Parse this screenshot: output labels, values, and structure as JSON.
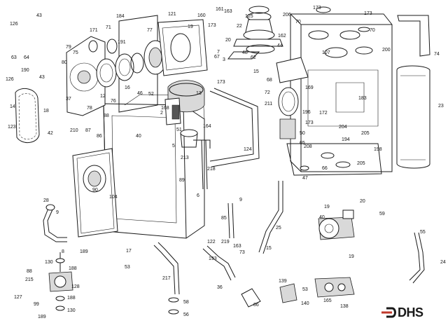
{
  "diagram": {
    "labels": [
      {
        "t": "43"
      },
      {
        "t": "126"
      },
      {
        "t": "184"
      },
      {
        "t": "121"
      },
      {
        "t": "160"
      },
      {
        "t": "161"
      },
      {
        "t": "163"
      },
      {
        "t": "125"
      },
      {
        "t": "206"
      },
      {
        "t": "173"
      },
      {
        "t": "173"
      },
      {
        "t": "70"
      },
      {
        "t": "70"
      },
      {
        "t": "171"
      },
      {
        "t": "71"
      },
      {
        "t": "191"
      },
      {
        "t": "77"
      },
      {
        "t": "79"
      },
      {
        "t": "75"
      },
      {
        "t": "80"
      },
      {
        "t": "19"
      },
      {
        "t": "173"
      },
      {
        "t": "22"
      },
      {
        "t": "162"
      },
      {
        "t": "20"
      },
      {
        "t": "44"
      },
      {
        "t": "200"
      },
      {
        "t": "74"
      },
      {
        "t": "63"
      },
      {
        "t": "64"
      },
      {
        "t": "190"
      },
      {
        "t": "43"
      },
      {
        "t": "126"
      },
      {
        "t": "67"
      },
      {
        "t": "3"
      },
      {
        "t": "7"
      },
      {
        "t": "107"
      },
      {
        "t": "48"
      },
      {
        "t": "15"
      },
      {
        "t": "68"
      },
      {
        "t": "62"
      },
      {
        "t": "16"
      },
      {
        "t": "46"
      },
      {
        "t": "12"
      },
      {
        "t": "76"
      },
      {
        "t": "173"
      },
      {
        "t": "72"
      },
      {
        "t": "211"
      },
      {
        "t": "169"
      },
      {
        "t": "183"
      },
      {
        "t": "14"
      },
      {
        "t": "37"
      },
      {
        "t": "78"
      },
      {
        "t": "52"
      },
      {
        "t": "13"
      },
      {
        "t": "168"
      },
      {
        "t": "2"
      },
      {
        "t": "196"
      },
      {
        "t": "172"
      },
      {
        "t": "23"
      },
      {
        "t": "18"
      },
      {
        "t": "88"
      },
      {
        "t": "123"
      },
      {
        "t": "210"
      },
      {
        "t": "87"
      },
      {
        "t": "86"
      },
      {
        "t": "42"
      },
      {
        "t": "40"
      },
      {
        "t": "51"
      },
      {
        "t": "164"
      },
      {
        "t": "173"
      },
      {
        "t": "204"
      },
      {
        "t": "50"
      },
      {
        "t": "205"
      },
      {
        "t": "65"
      },
      {
        "t": "194"
      },
      {
        "t": "5"
      },
      {
        "t": "208"
      },
      {
        "t": "124"
      },
      {
        "t": "198"
      },
      {
        "t": "213"
      },
      {
        "t": "218"
      },
      {
        "t": "66"
      },
      {
        "t": "205"
      },
      {
        "t": "47"
      },
      {
        "t": "90"
      },
      {
        "t": "104"
      },
      {
        "t": "89"
      },
      {
        "t": "6"
      },
      {
        "t": "28"
      },
      {
        "t": "9"
      },
      {
        "t": "9"
      },
      {
        "t": "20"
      },
      {
        "t": "19"
      },
      {
        "t": "59"
      },
      {
        "t": "85"
      },
      {
        "t": "40"
      },
      {
        "t": "55"
      },
      {
        "t": "25"
      },
      {
        "t": "8"
      },
      {
        "t": "122"
      },
      {
        "t": "219"
      },
      {
        "t": "163"
      },
      {
        "t": "73"
      },
      {
        "t": "15"
      },
      {
        "t": "189"
      },
      {
        "t": "130"
      },
      {
        "t": "17"
      },
      {
        "t": "53"
      },
      {
        "t": "193"
      },
      {
        "t": "19"
      },
      {
        "t": "24"
      },
      {
        "t": "88"
      },
      {
        "t": "188"
      },
      {
        "t": "215"
      },
      {
        "t": "217"
      },
      {
        "t": "139"
      },
      {
        "t": "53"
      },
      {
        "t": "128"
      },
      {
        "t": "36"
      },
      {
        "t": "58"
      },
      {
        "t": "127"
      },
      {
        "t": "99"
      },
      {
        "t": "188"
      },
      {
        "t": "130"
      },
      {
        "t": "140"
      },
      {
        "t": "165"
      },
      {
        "t": "138"
      },
      {
        "t": "86"
      },
      {
        "t": "56"
      },
      {
        "t": "189"
      }
    ]
  },
  "logo": {
    "text": "DHS"
  }
}
